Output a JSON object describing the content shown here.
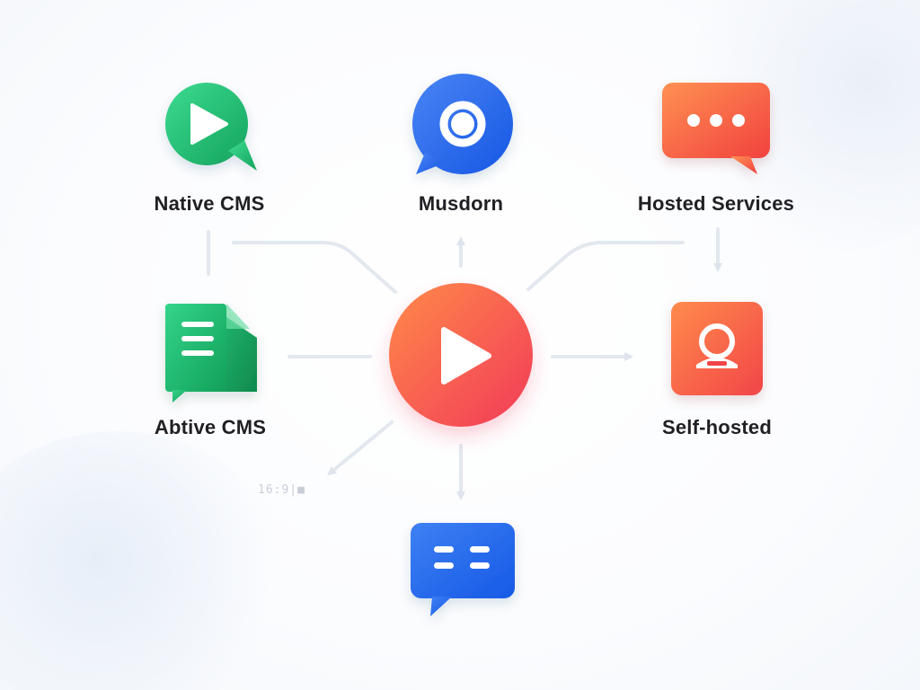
{
  "nodes": {
    "native_cms": {
      "label": "Native CMS",
      "icon": "play-chat-icon",
      "color_start": "#36d48a",
      "color_end": "#15a85e"
    },
    "musdorn": {
      "label": "Musdorn",
      "icon": "circle-chat-icon",
      "color_start": "#3d7af0",
      "color_end": "#1a5ee6"
    },
    "hosted_services": {
      "label": "Hosted Services",
      "icon": "ellipsis-chat-icon",
      "color_start": "#ff8a4c",
      "color_end": "#f24a3c"
    },
    "abtive_cms": {
      "label": "Abtive CMS",
      "icon": "document-chat-icon",
      "color_start": "#2fcf83",
      "color_end": "#13a35a"
    },
    "hub": {
      "icon": "play-icon",
      "color_start": "#ff8a4c",
      "color_end": "#f43e55"
    },
    "self_hosted": {
      "label": "Self-hosted",
      "icon": "user-badge-icon",
      "color_start": "#ff8a4c",
      "color_end": "#f2474a"
    },
    "chat_bottom": {
      "icon": "message-lines-icon",
      "color_start": "#3a7cf2",
      "color_end": "#1a5fe8"
    }
  },
  "faint_text": "16:9|■"
}
